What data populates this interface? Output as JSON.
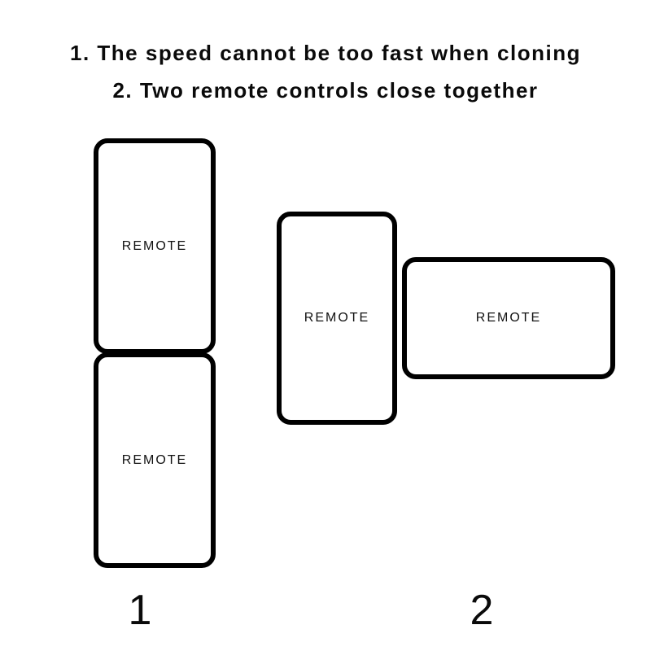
{
  "page": {
    "background_color": "#ffffff",
    "ink_color": "#000000",
    "description": "Instruction diagram about cloning remote controls"
  },
  "title": {
    "line1": "1. The speed cannot be too fast when cloning",
    "line2": "2. Two remote controls close together"
  },
  "figures": [
    {
      "number": "1",
      "cards": [
        {
          "label": "REMOTE",
          "orientation": "vertical"
        },
        {
          "label": "REMOTE",
          "orientation": "vertical"
        }
      ]
    },
    {
      "number": "2",
      "cards": [
        {
          "label": "REMOTE",
          "orientation": "vertical"
        },
        {
          "label": "REMOTE",
          "orientation": "horizontal"
        }
      ]
    }
  ]
}
